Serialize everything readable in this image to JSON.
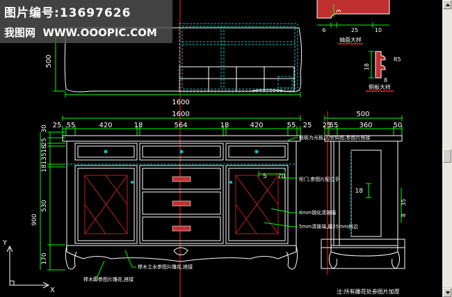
{
  "watermark": {
    "id_label": "图片编号:",
    "id_value": "13697626",
    "site_label": "我图网",
    "site_url": "WWW.OOOPIC.COM"
  },
  "colors": {
    "background": "#000000",
    "outline": "#ffffff",
    "dimension": "#00ff00",
    "centerline": "#ff0000",
    "cyan": "#00c8c8",
    "hatch": "#c02020",
    "detail_fill": "#c03030"
  },
  "top_view": {
    "depth_dim": "500",
    "width_dim": "1600"
  },
  "front_view": {
    "overall_width": "1600",
    "segments": [
      "25",
      "55",
      "420",
      "18",
      "564",
      "18",
      "420",
      "55",
      "25"
    ],
    "heights_left": [
      "30",
      "25",
      "18",
      "135",
      "18",
      "530",
      "170"
    ],
    "total_height": "900",
    "dim_5": "5",
    "dim_70": "70"
  },
  "side_view": {
    "depth": "500",
    "segments": [
      "25",
      "55",
      "360",
      "50"
    ],
    "dim_18": "18",
    "dim_35": "35",
    "dim_8": "8"
  },
  "annotations": {
    "panel_note": "面板为光板,刀型如图,参图片搭接",
    "door_note": "柜门,参图片配拉手",
    "glass_note": "8mm钢化清玻璃",
    "glass_note2": "5mm清玻璃,磨25mm斜边",
    "carving_note": "榉木立水参图片雕花,搭接",
    "foot_note": "榉木脚参图片雕花,搭接",
    "footer_note": "注:所有雕花处参图片加厚"
  },
  "detail_top": {
    "label": "抽面大样",
    "dims": [
      "3",
      "6",
      "25",
      "10"
    ]
  },
  "detail_side": {
    "label": "侧板大样",
    "dims": [
      "18",
      "R5",
      "8"
    ]
  },
  "ucs": {
    "y": "Y",
    "x": "X"
  }
}
